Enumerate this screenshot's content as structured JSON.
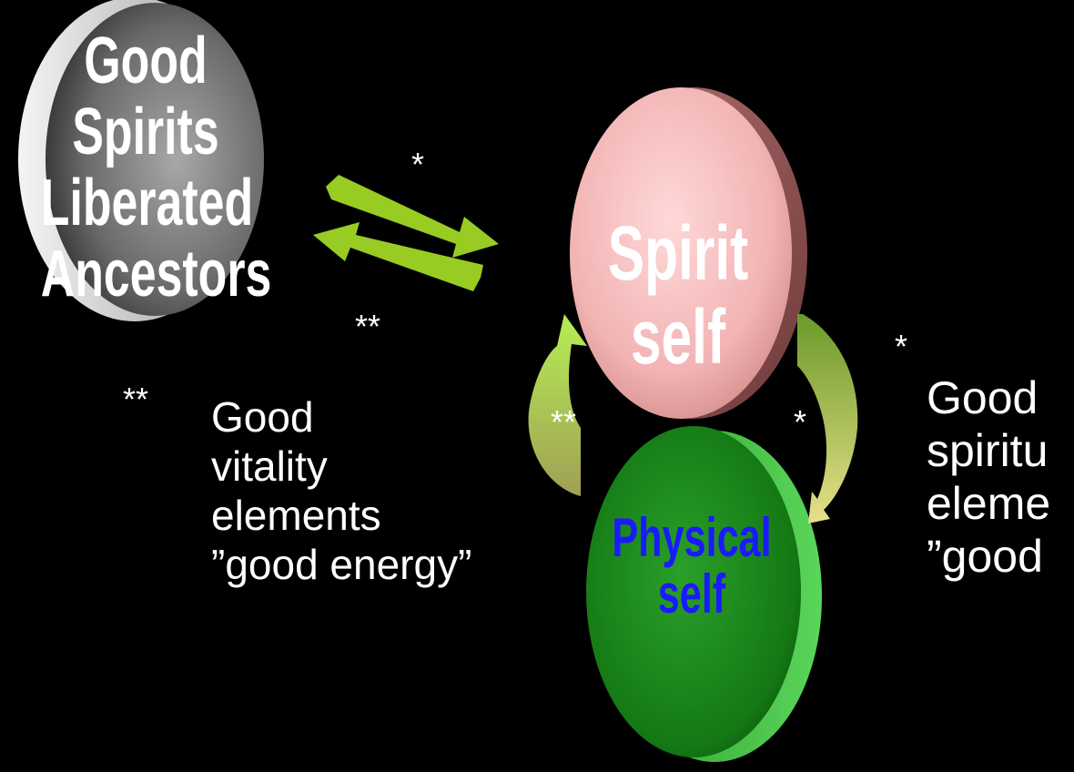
{
  "colors": {
    "background": "#000000",
    "ancestors_disc": "#8a8a8a",
    "spirit_disc": "#f2b8b8",
    "physical_disc": "#1e8a1e",
    "top_arrows": "#99cc22",
    "text_white": "#ffffff",
    "text_blue": "#1a1aff"
  },
  "ancestors": {
    "line1": "Good",
    "line2": "Spirits",
    "line3": "Liberated",
    "line4": "Ancestors"
  },
  "spirit_self": {
    "line1": "Spirit",
    "line2": "self"
  },
  "physical_self": {
    "line1": "Physical",
    "line2": "self"
  },
  "markers": {
    "top_single": "*",
    "top_double": "**",
    "left_double": "**",
    "right_single": "*",
    "cycle_left": "**",
    "cycle_right": "*"
  },
  "vitality_note": {
    "line1": "Good",
    "line2": "vitality",
    "line3": "elements",
    "line4": "”good energy”"
  },
  "spiritual_note": {
    "line1": "Good",
    "line2": "spiritu",
    "line3": "eleme",
    "line4": "”good"
  }
}
